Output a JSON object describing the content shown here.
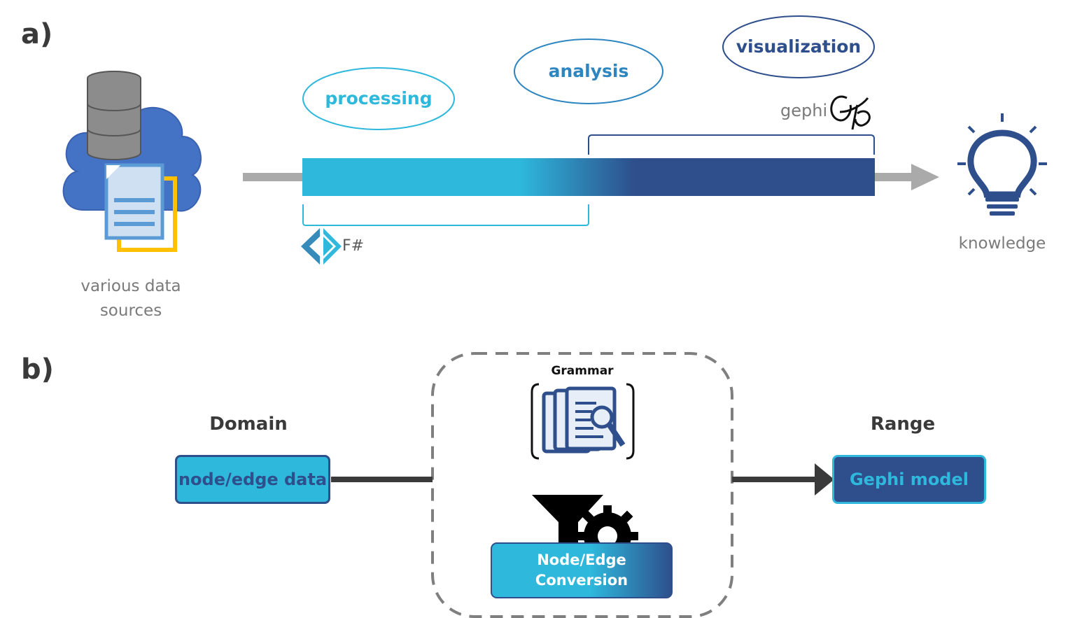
{
  "panel_a": {
    "label": "a)",
    "sources_label": "various data sources",
    "stages": {
      "processing": "processing",
      "analysis": "analysis",
      "visualization": "visualization"
    },
    "tools": {
      "fsharp": "F#",
      "gephi": "gephi"
    },
    "output_label": "knowledge"
  },
  "panel_b": {
    "label": "b)",
    "domain_heading": "Domain",
    "domain_box": "node/edge data",
    "grammar_label": "Grammar",
    "conversion_line1": "Node/Edge",
    "conversion_line2": "Conversion",
    "range_heading": "Range",
    "range_box": "Gephi model"
  },
  "colors": {
    "light_blue": "#2eb8dc",
    "dark_blue": "#2e4f8c",
    "grey_arrow": "#aaaaaa",
    "dark_arrow": "#3a3a3a",
    "dashed_border": "#7f7f7f",
    "cloud_blue": "#4472c4"
  },
  "icons": [
    "database-cloud-icon",
    "document-icon",
    "fsharp-logo-icon",
    "gephi-logo-icon",
    "lightbulb-icon",
    "grammar-documents-icon",
    "funnel-icon",
    "gear-icon"
  ]
}
